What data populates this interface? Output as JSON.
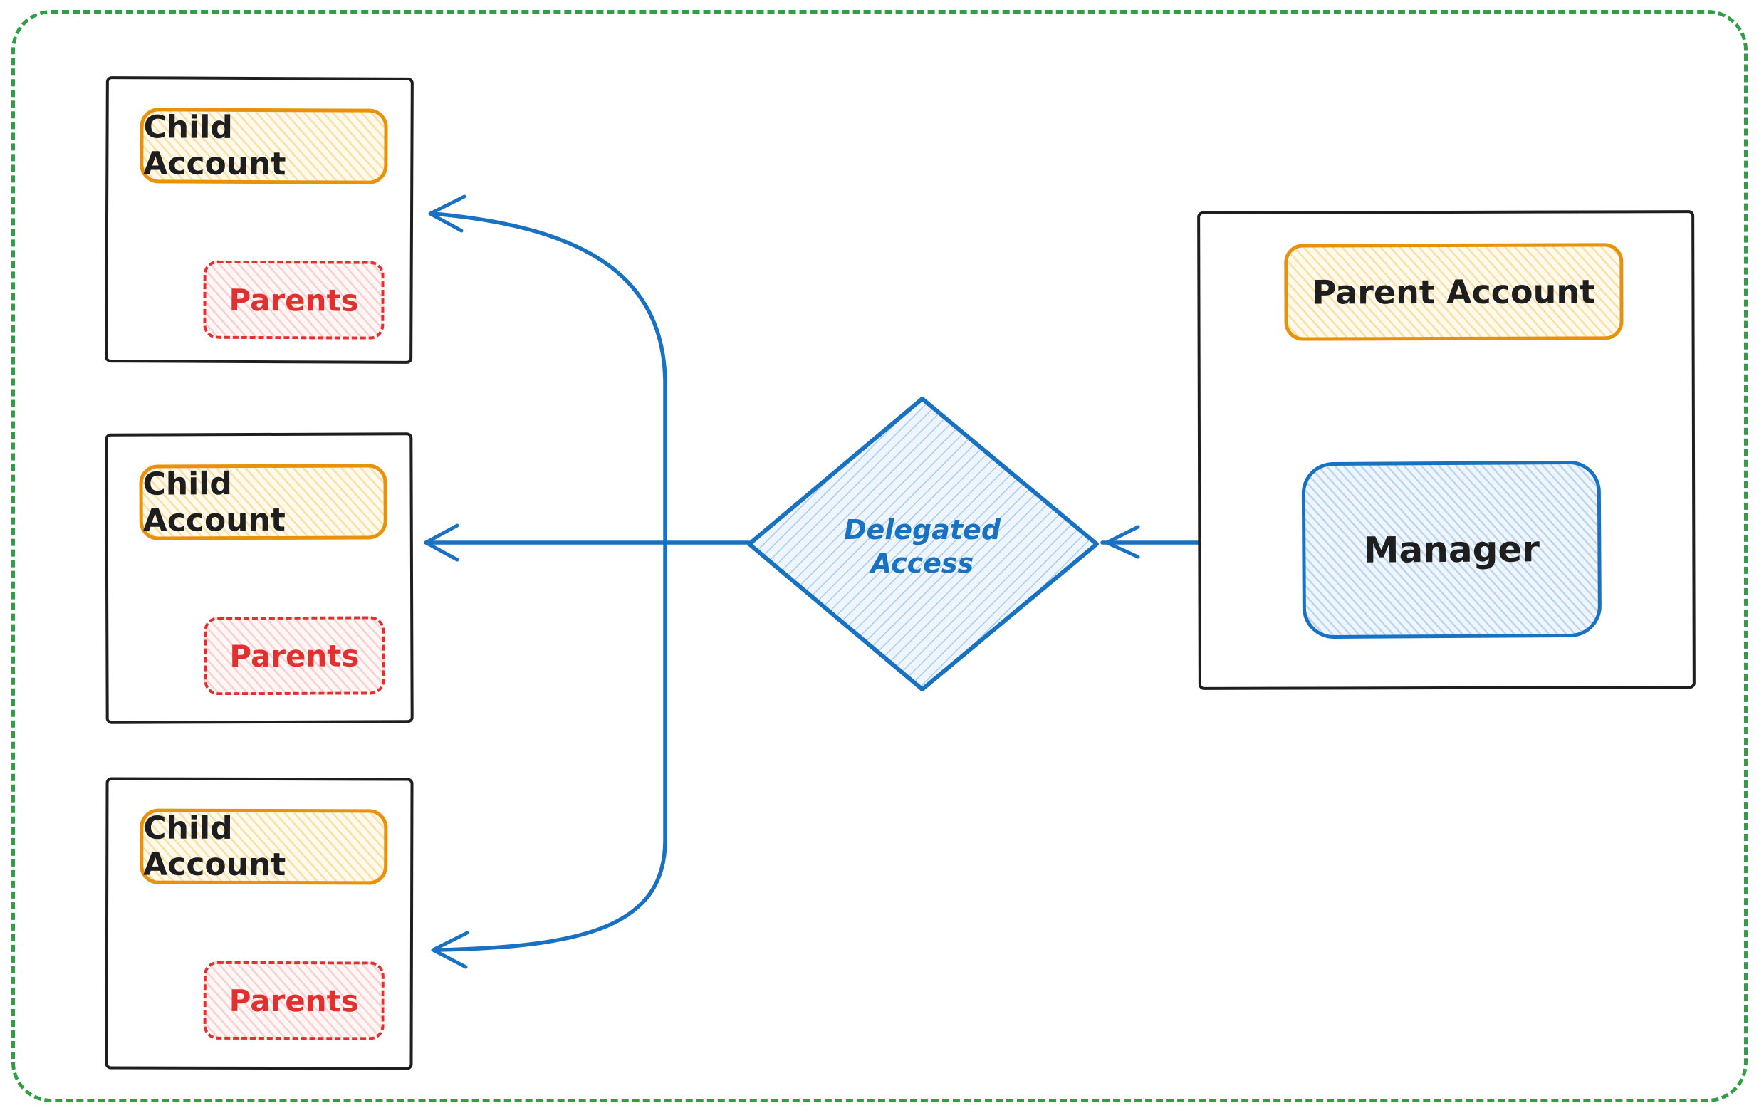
{
  "diagram": {
    "frame": {
      "style": "dashed",
      "color": "#2f9e44"
    },
    "child_accounts": [
      {
        "title": "Child Account",
        "badge": "Parents"
      },
      {
        "title": "Child Account",
        "badge": "Parents"
      },
      {
        "title": "Child Account",
        "badge": "Parents"
      }
    ],
    "parent_account": {
      "title": "Parent Account",
      "manager": "Manager"
    },
    "decision": {
      "line1": "Delegated",
      "line2": "Access"
    },
    "colors": {
      "frame_green": "#2f9e44",
      "outline_black": "#1e1e1e",
      "accent_orange": "#e8920c",
      "accent_red": "#e03131",
      "accent_blue": "#1971c2",
      "fill_orange": "#fffaec",
      "fill_red": "#fff6f6",
      "fill_blue": "#eef5fd"
    }
  }
}
